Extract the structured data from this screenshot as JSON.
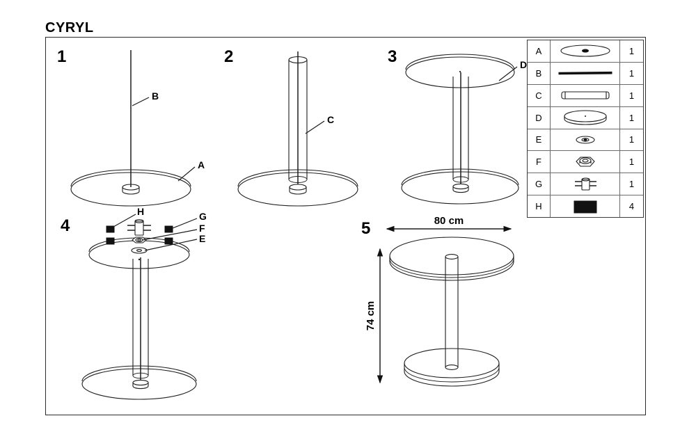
{
  "document": {
    "title": "CYRYL",
    "type": "furniture-assembly-instructions",
    "product": "round pedestal table"
  },
  "steps": [
    {
      "number": "1",
      "labels": [
        "A",
        "B"
      ]
    },
    {
      "number": "2",
      "labels": [
        "C"
      ]
    },
    {
      "number": "3",
      "labels": [
        "D"
      ]
    },
    {
      "number": "4",
      "labels": [
        "H",
        "G",
        "F",
        "E"
      ]
    },
    {
      "number": "5",
      "labels": []
    }
  ],
  "step_labels": {
    "s1_a": "A",
    "s1_b": "B",
    "s2_c": "C",
    "s3_d": "D",
    "s4_h": "H",
    "s4_g": "G",
    "s4_f": "F",
    "s4_e": "E"
  },
  "dimensions": {
    "width": "80 cm",
    "height": "74 cm"
  },
  "parts_table": {
    "columns": [
      "code",
      "icon",
      "quantity"
    ],
    "rows": [
      {
        "code": "A",
        "icon": "disc-ellipse-with-center-hole-icon",
        "qty": "1"
      },
      {
        "code": "B",
        "icon": "thin-rod-icon",
        "qty": "1"
      },
      {
        "code": "C",
        "icon": "horizontal-tube-icon",
        "qty": "1"
      },
      {
        "code": "D",
        "icon": "thick-disc-icon",
        "qty": "1"
      },
      {
        "code": "E",
        "icon": "washer-icon",
        "qty": "1"
      },
      {
        "code": "F",
        "icon": "hex-nut-icon",
        "qty": "1"
      },
      {
        "code": "G",
        "icon": "wing-bolt-icon",
        "qty": "1"
      },
      {
        "code": "H",
        "icon": "rubber-pad-icon",
        "qty": "4"
      }
    ]
  },
  "colors": {
    "line": "#1d1d1d",
    "frame": "#2b2b2b",
    "grid": "#6a6a6a",
    "fill": "#111111",
    "background": "#ffffff"
  }
}
